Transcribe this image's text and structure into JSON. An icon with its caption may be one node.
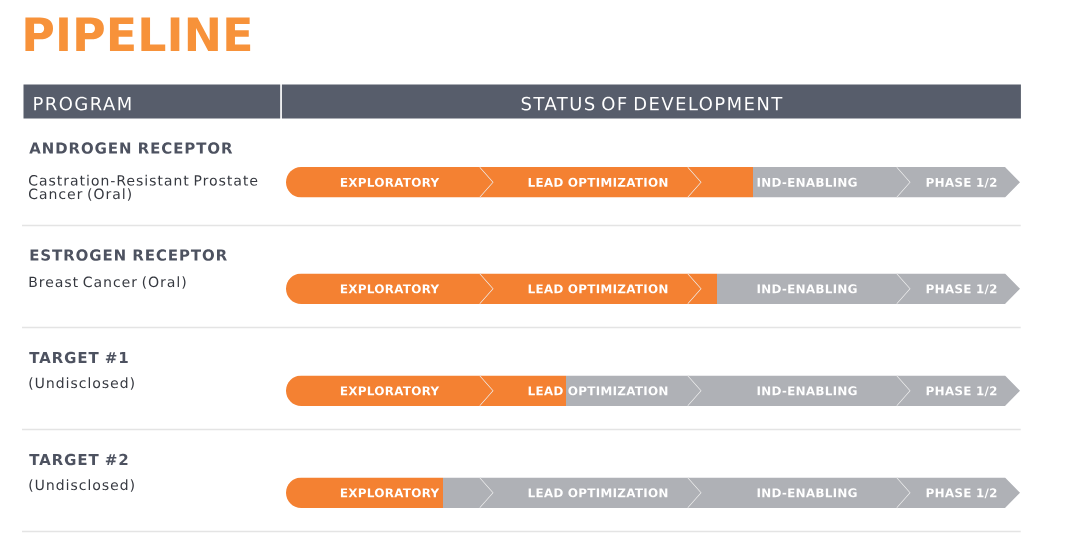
{
  "diagram": {
    "title": "PIPELINE",
    "nodes": [
      {
        "text": [
          "PROGRAM"
        ]
      },
      {
        "text": [
          "STATUS OF DEVELOPMENT"
        ]
      },
      {
        "text": [
          "EXPLORATORY"
        ]
      },
      {
        "text": [
          "LEAD OPTIMIZATION"
        ]
      },
      {
        "text": [
          "IND-ENABLING"
        ]
      },
      {
        "text": [
          "PHASE 1/2"
        ]
      },
      {
        "text": [
          "EXPLORATORY"
        ]
      },
      {
        "text": [
          "LEAD OPTIMIZATION"
        ]
      },
      {
        "text": [
          "IND-ENABLING"
        ]
      },
      {
        "text": [
          "PHASE 1/2"
        ]
      },
      {
        "text": [
          "EXPLORATORY"
        ]
      },
      {
        "text": [
          "LEAD OPTIMIZATION"
        ]
      },
      {
        "text": [
          "IND-ENABLING"
        ]
      },
      {
        "text": [
          "PHASE 1/2"
        ]
      },
      {
        "text": [
          "EXPLORATORY"
        ]
      },
      {
        "text": [
          "LEAD OPTIMIZATION"
        ]
      },
      {
        "text": [
          "IND-ENABLING"
        ]
      },
      {
        "text": [
          "PHASE 1/2"
        ]
      }
    ],
    "labels": [
      "ANDROGEN RECEPTOR",
      "Castration-Resistant Prostate Cancer (Oral)",
      "ESTROGEN RECEPTOR",
      "Breast Cancer (Oral)",
      "TARGET #1",
      "(Undisclosed)",
      "TARGET #2",
      "(Undisclosed)"
    ]
  }
}
